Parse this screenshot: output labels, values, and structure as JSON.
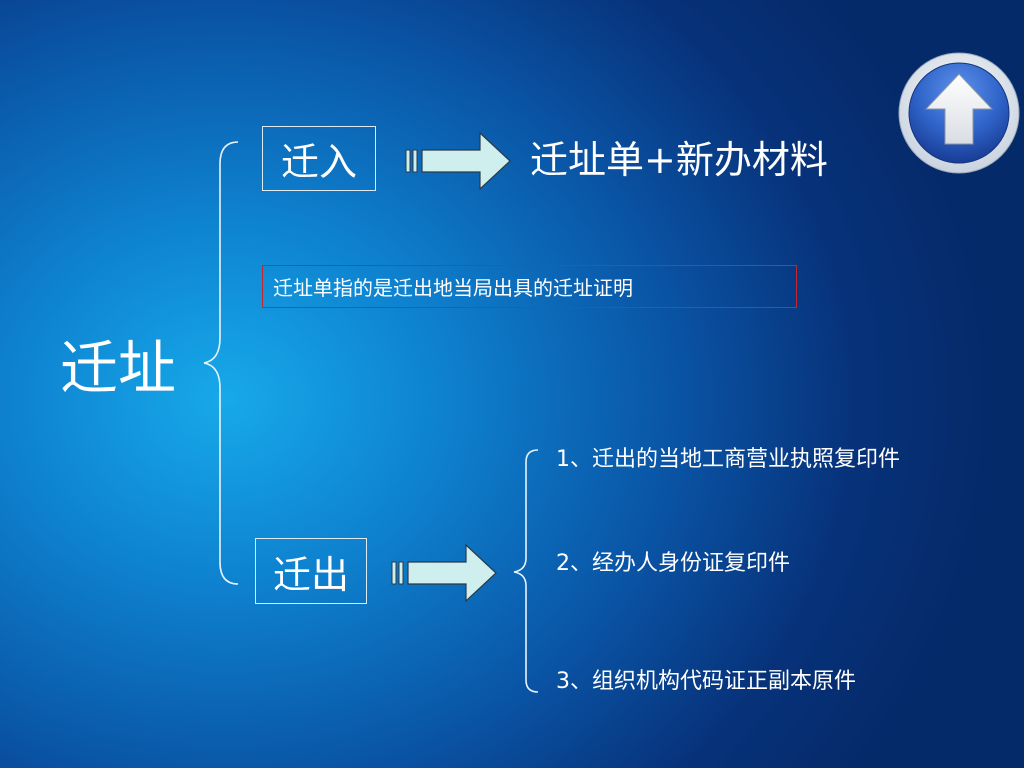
{
  "slide": {
    "title": "迁址",
    "move_in": {
      "label": "迁入",
      "result": "迁址单+新办材料"
    },
    "note": "迁址单指的是迁出地当局出具的迁址证明",
    "move_out": {
      "label": "迁出",
      "requirements": [
        "1、迁出的当地工商营业执照复印件",
        "2、经办人身份证复印件",
        "3、组织机构代码证正副本原件"
      ]
    }
  },
  "nav": {
    "icon": "up-arrow-icon"
  },
  "colors": {
    "background_light": "#17a9ea",
    "background_dark": "#052a6a",
    "arrow_fill": "#cfeeee",
    "note_border": "#c4262e",
    "nav_ring": "#2f63c8"
  }
}
